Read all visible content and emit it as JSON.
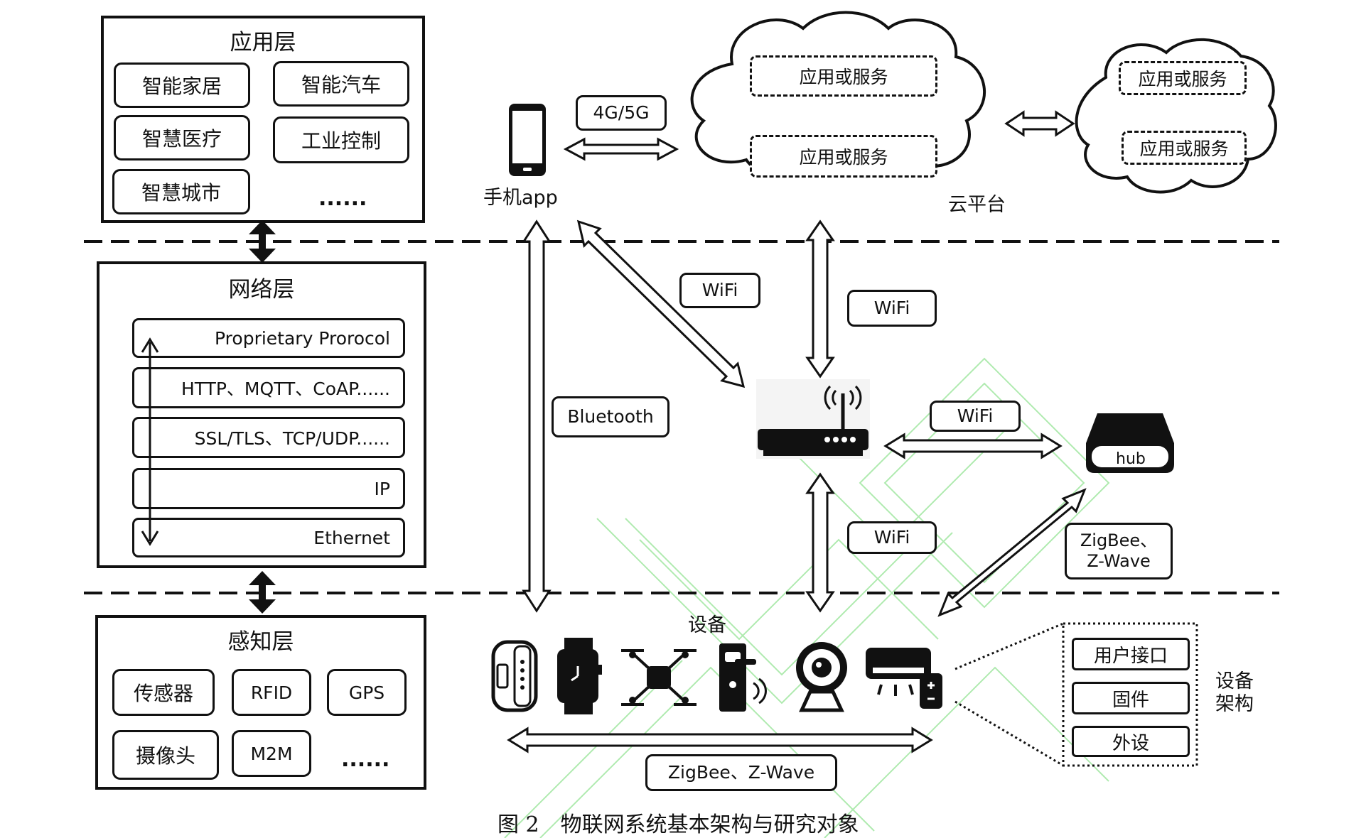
{
  "application_layer": {
    "title": "应用层",
    "items": [
      "智能家居",
      "智能汽车",
      "智慧医疗",
      "工业控制",
      "智慧城市",
      "......"
    ]
  },
  "network_layer": {
    "title": "网络层",
    "protocols": [
      "Proprietary Prorocol",
      "HTTP、MQTT、CoAP......",
      "SSL/TLS、TCP/UDP......",
      "IP",
      "Ethernet"
    ]
  },
  "perception_layer": {
    "title": "感知层",
    "items": [
      "传感器",
      "RFID",
      "GPS",
      "摄像头",
      "M2M",
      "......"
    ]
  },
  "phone": {
    "label": "手机app",
    "link": "4G/5G"
  },
  "cloud": {
    "label": "云平台",
    "services_main": [
      "应用或服务",
      "应用或服务"
    ],
    "services_secondary": [
      "应用或服务",
      "应用或服务"
    ]
  },
  "links": {
    "phone_router_wifi": "WiFi",
    "cloud_router_wifi": "WiFi",
    "router_hub_wifi": "WiFi",
    "router_device_wifi": "WiFi",
    "bluetooth": "Bluetooth",
    "hub_zigbee": "ZigBee、\nZ-Wave",
    "device_zigbee": "ZigBee、Z-Wave"
  },
  "hub": {
    "label": "hub"
  },
  "devices": {
    "label": "设备",
    "icons": [
      "wristband-icon",
      "smartwatch-icon",
      "drone-icon",
      "smart-lock-icon",
      "webcam-icon",
      "air-conditioner-icon"
    ]
  },
  "device_architecture": {
    "label": "设备\n架构",
    "items": [
      "用户接口",
      "固件",
      "外设"
    ]
  },
  "caption": "图 2　物联网系统基本架构与研究对象",
  "colors": {
    "line": "#111111",
    "watermark": "#4fd14f"
  }
}
